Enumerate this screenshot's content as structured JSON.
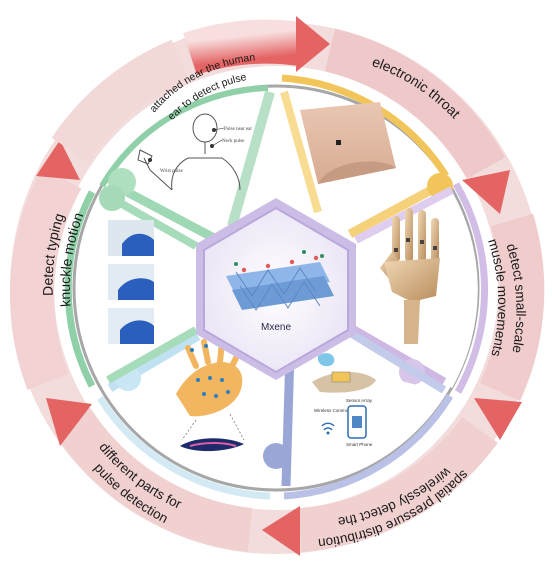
{
  "center": {
    "label": "Mxene"
  },
  "applications": [
    {
      "label": "attached near the human ear to detect pulse",
      "lines": [
        "attached near the human",
        "ear to detect pulse"
      ]
    },
    {
      "label": "electronic throat",
      "lines": [
        "electronic throat"
      ]
    },
    {
      "label": "detect small-scale muscle movements",
      "lines": [
        "detect small-scale",
        "muscle movements"
      ]
    },
    {
      "label": "wirelessly detect the spatial pressure distribution",
      "lines": [
        "wirelessly detect the",
        "spatial pressure distribution"
      ]
    },
    {
      "label": "different parts for pulse detection",
      "lines": [
        "different parts for",
        "pulse detection"
      ]
    },
    {
      "label": "Detect typing knuckle motion",
      "lines": [
        "Detect typing",
        "knuckle motion"
      ]
    }
  ],
  "pulse_panel": {
    "labels": [
      "Pulse near ear",
      "Neck pulse",
      "Wrist pulse"
    ]
  },
  "wireless_panel": {
    "labels": [
      "Sensor Array",
      "Wireless Communication",
      "Smart Phone"
    ]
  },
  "colors": {
    "green": "#8fd0a8",
    "yellow": "#f2c55a",
    "purple": "#d2bde6",
    "blue": "#9aa6d6",
    "lightblue": "#b9def0",
    "arrow": "#e05a5a",
    "arrow_light": "#f6d5d5",
    "ring": "#9a9a9a"
  }
}
